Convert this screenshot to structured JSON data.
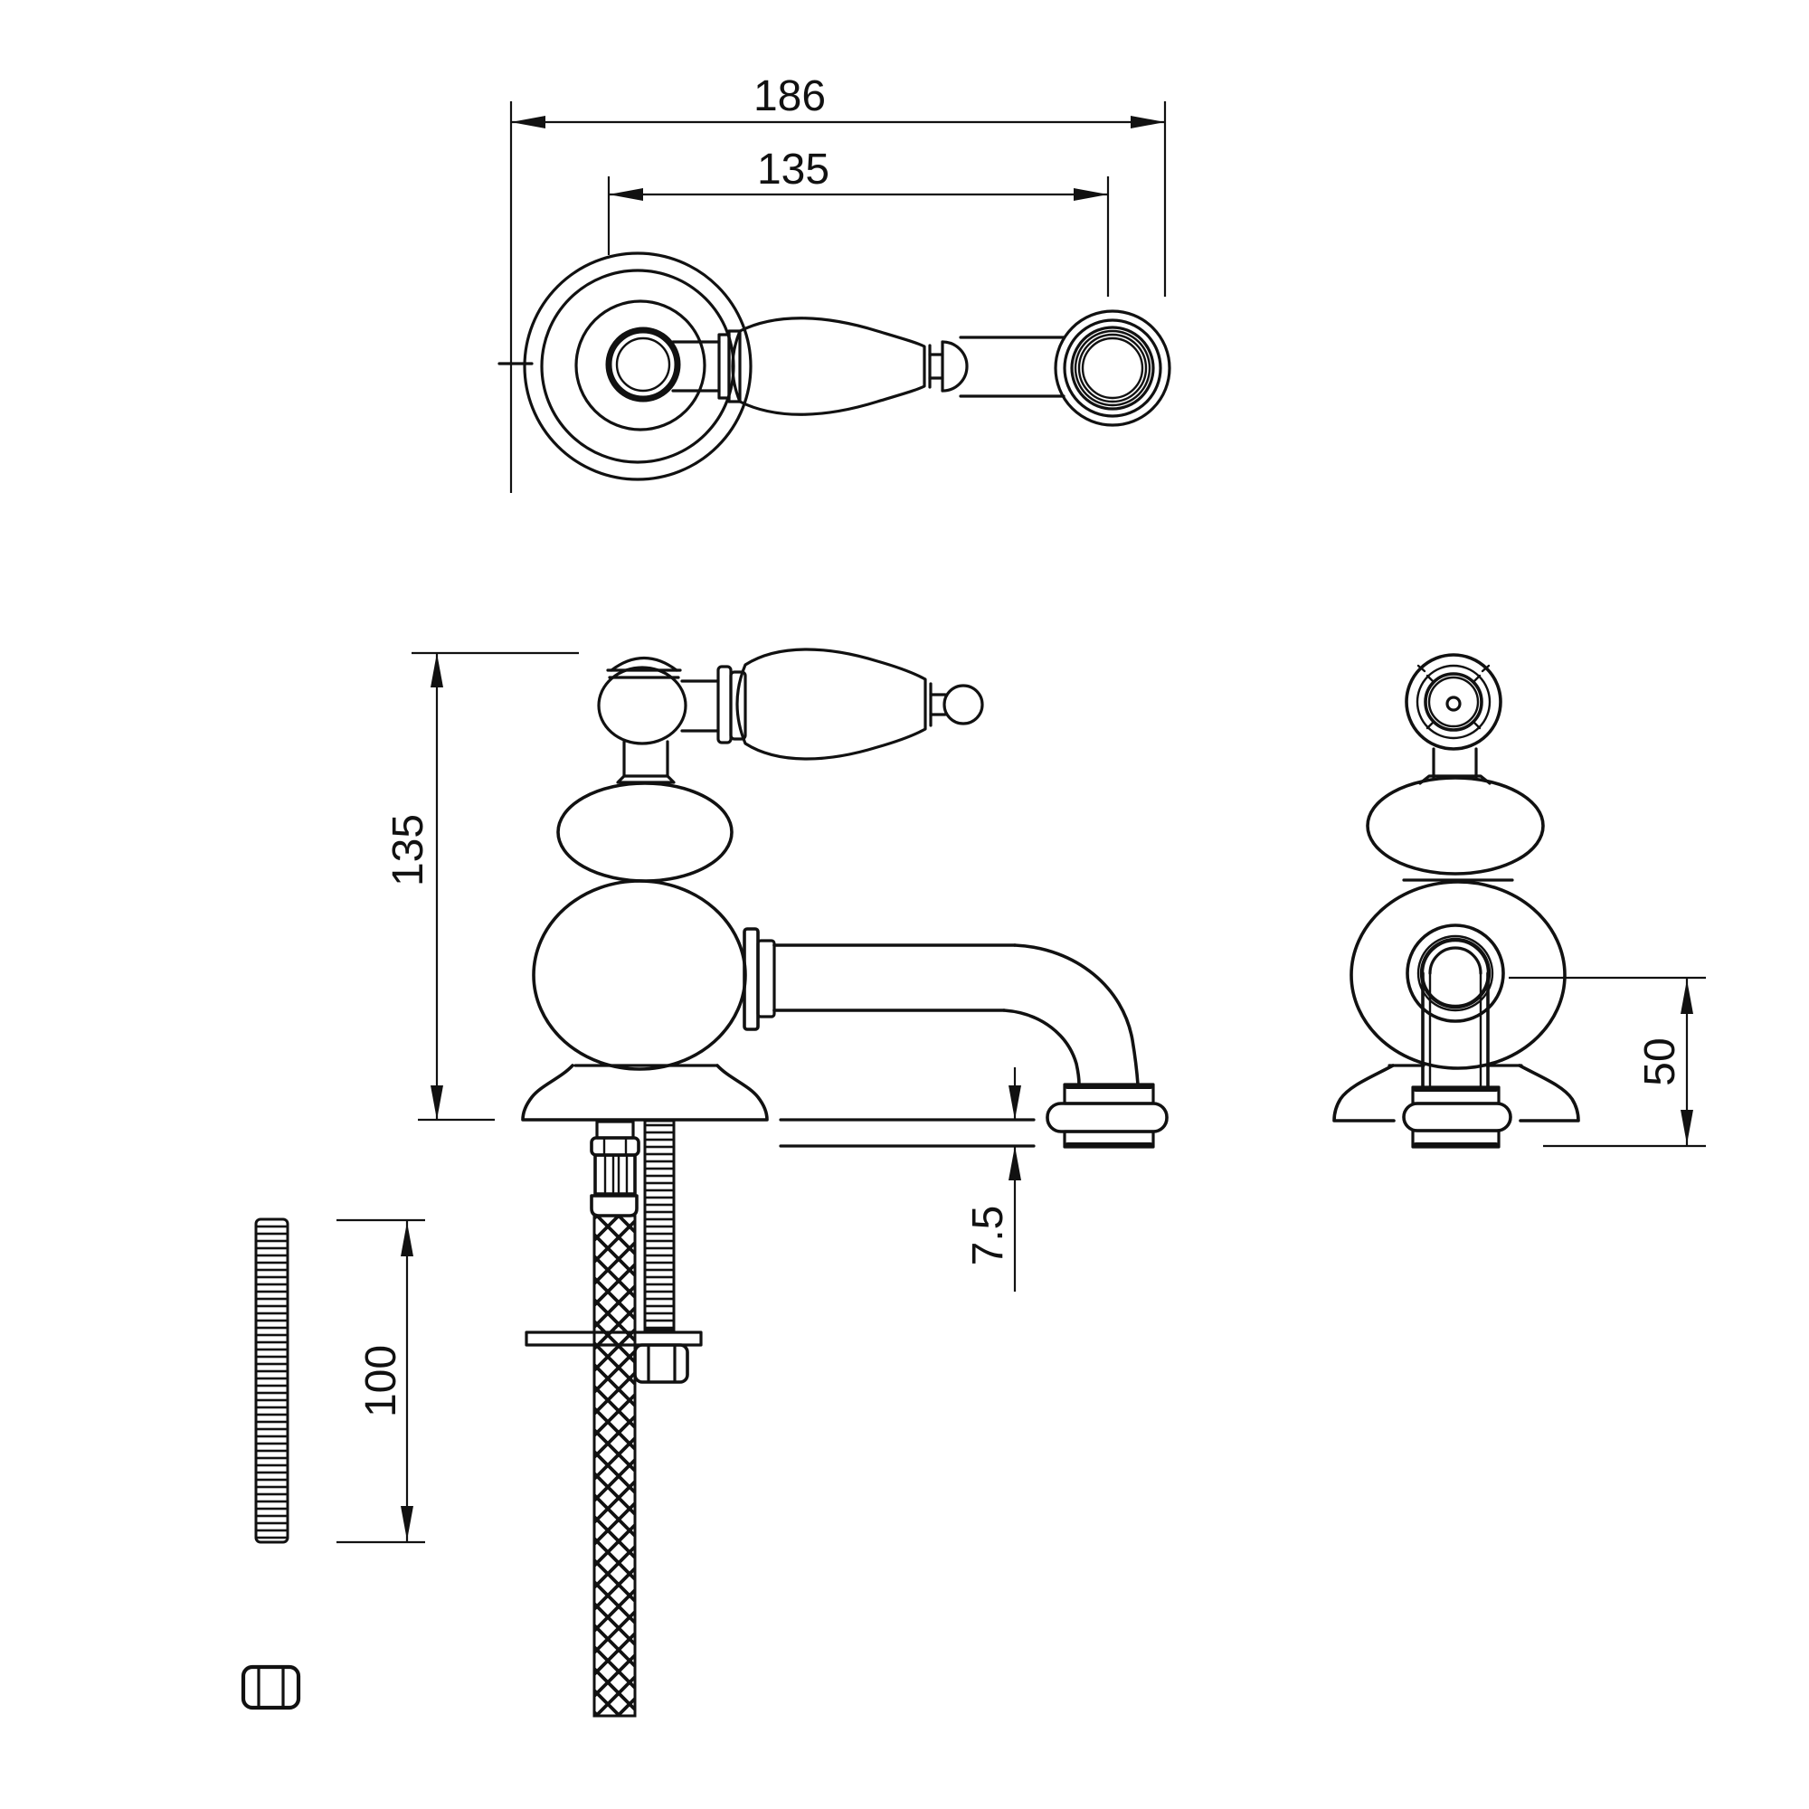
{
  "page": {
    "background": "#ffffff",
    "line_color": "#111111"
  },
  "top_view": {
    "dim_total": "186",
    "dim_inner": "135"
  },
  "front_view": {
    "dim_height": "135",
    "dim_spout_drop": "7.5"
  },
  "side_view": {
    "dim_outlet_height": "50"
  },
  "detail": {
    "dim_stud_length": "100"
  }
}
